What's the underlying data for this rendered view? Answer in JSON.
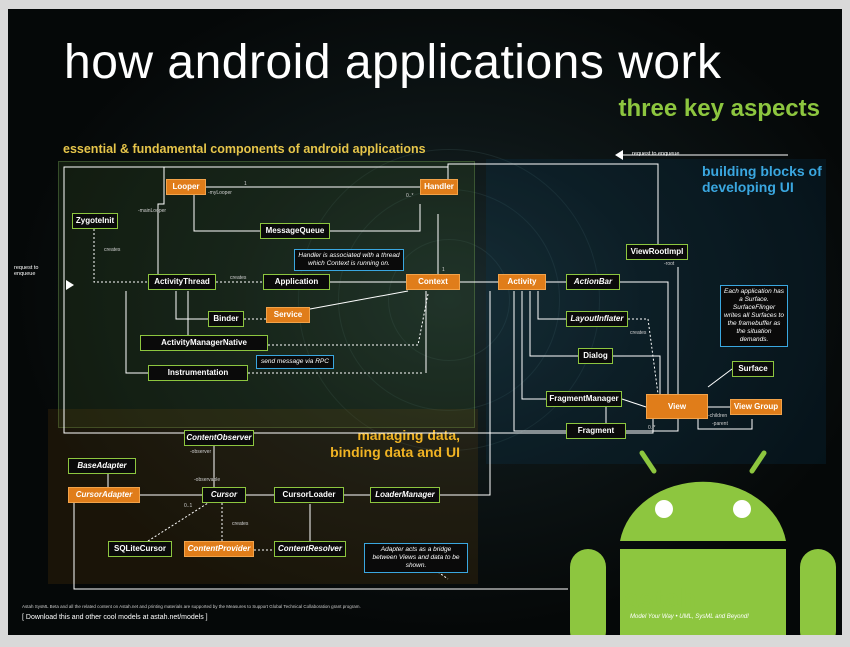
{
  "header": {
    "title": "how android applications work",
    "subtitle": "three key aspects"
  },
  "sections": {
    "components": "essential & fundamental components of android applications",
    "building_blocks": "building blocks of developing UI",
    "managing_data": "managing data, binding data and UI"
  },
  "classes": {
    "looper": "Looper",
    "handler": "Handler",
    "zygote_init": "ZygoteInit",
    "message_queue": "MessageQueue",
    "activity_thread": "ActivityThread",
    "application": "Application",
    "context": "Context",
    "binder": "Binder",
    "service": "Service",
    "activity_manager_native": "ActivityManagerNative",
    "instrumentation": "Instrumentation",
    "activity": "Activity",
    "action_bar": "ActionBar",
    "layout_inflater": "LayoutInflater",
    "dialog": "Dialog",
    "fragment_manager": "FragmentManager",
    "fragment": "Fragment",
    "view_root_impl": "ViewRootImpl",
    "view": "View",
    "view_group": "View Group",
    "surface": "Surface",
    "content_observer": "ContentObserver",
    "base_adapter": "BaseAdapter",
    "cursor_adapter": "CursorAdapter",
    "cursor": "Cursor",
    "cursor_loader": "CursorLoader",
    "loader_manager": "LoaderManager",
    "sqlite_cursor": "SQLiteCursor",
    "content_provider": "ContentProvider",
    "content_resolver": "ContentResolver"
  },
  "notes": {
    "handler_thread": "Handler is associated with a thread which Context is running on.",
    "rpc": "send message via RPC",
    "surface": "Each application has a Surface. SurfaceFlinger writes all Surfaces to the framebuffer as the situation demands.",
    "adapter": "Adapter acts as a bridge between Views and data to be shown."
  },
  "labels": {
    "request_to_enqueue_top": "request to enqueue",
    "request_to_enqueue_left": "request to enqueue",
    "my_looper": "-myLooper",
    "main_looper": "-mainLooper",
    "creates_zygote": "creates",
    "creates_app": "creates",
    "creates_inflater": "creates",
    "creates_provider": "creates",
    "root": "-root",
    "children": "-children",
    "parent": "-parent",
    "observer": "-observer",
    "observable": "-observable",
    "m_one_a": "1",
    "m_one_b": "1",
    "m_zero_many_a": "0..*",
    "m_zero_many_b": "0..*",
    "m_zero_one": "0..1"
  },
  "footer": {
    "credits": "Astah SysML Beta and all the related content on Astah.net and printing materials are supported by the Measures to Support Global Technical Collaboration grant program.",
    "download": "[ Download this and other cool models at astah.net/models ]"
  },
  "brand": {
    "name": "astah",
    "tagline": "Model Your Way • UML, SysML and Beyond!"
  },
  "colors": {
    "background": "#050808",
    "green": "#8dc63f",
    "orange": "#e07d1a",
    "blue": "#3aa7e0",
    "gold": "#f0b323"
  }
}
